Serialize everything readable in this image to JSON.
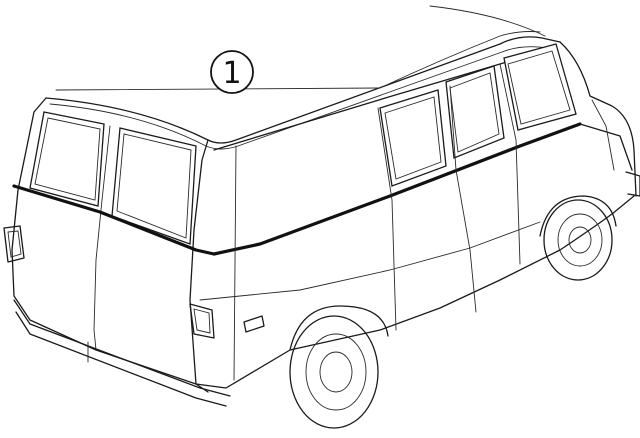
{
  "diagram": {
    "subject": "van-rear-three-quarter-view",
    "callouts": [
      {
        "id": "callout-1",
        "label": "1"
      }
    ],
    "colors": {
      "line": "#1a1a1a",
      "background": "#ffffff"
    }
  }
}
